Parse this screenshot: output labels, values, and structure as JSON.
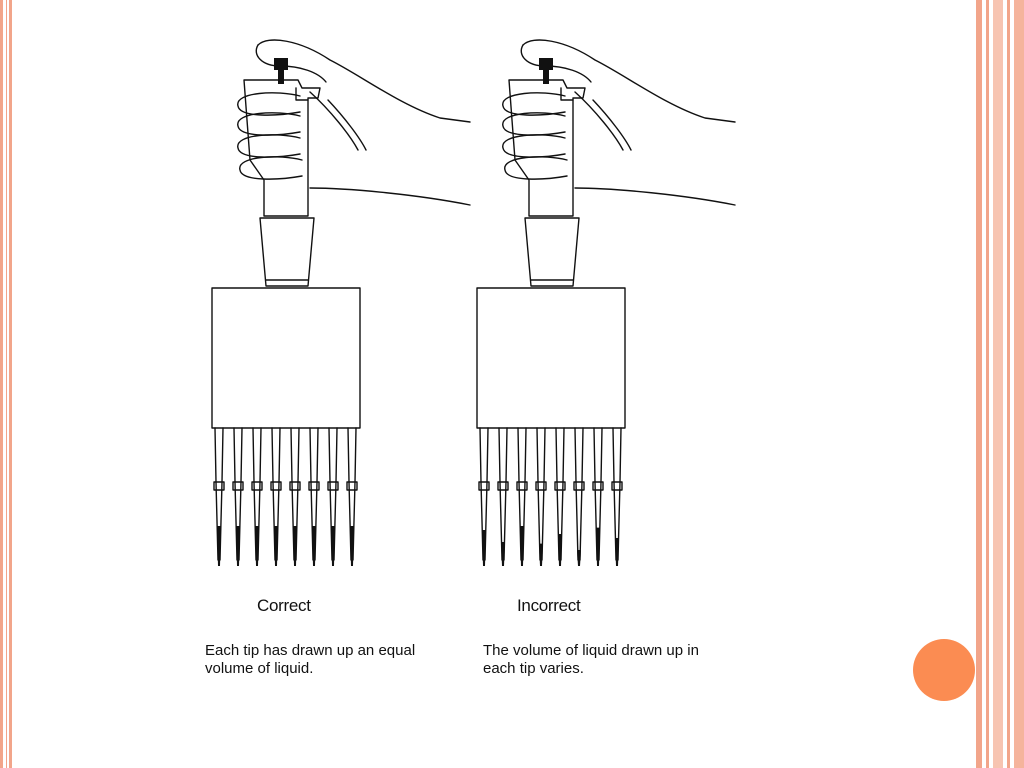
{
  "panels": [
    {
      "label": "Correct",
      "caption_line1": "Each tip has drawn up an equal",
      "caption_line2": "volume of liquid.",
      "tip_fill_levels": [
        0.5,
        0.5,
        0.5,
        0.5,
        0.5,
        0.5,
        0.5,
        0.5
      ]
    },
    {
      "label": "Incorrect",
      "caption_line1": "The volume of liquid drawn up in",
      "caption_line2": "each tip varies.",
      "tip_fill_levels": [
        0.45,
        0.3,
        0.5,
        0.28,
        0.4,
        0.2,
        0.48,
        0.35
      ]
    }
  ],
  "colors": {
    "border": "#f2a58a",
    "accent_dot": "#fb8c52",
    "ink": "#111111",
    "liquid": "#111111"
  }
}
